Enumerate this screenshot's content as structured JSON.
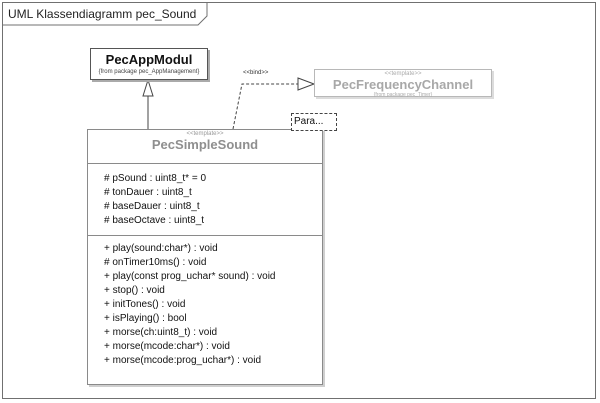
{
  "frame": {
    "title": "UML Klassendiagramm pec_Sound"
  },
  "classes": {
    "app_modul": {
      "name": "PecAppModul",
      "package": "{from package pec_AppManagement}"
    },
    "frequency_channel": {
      "stereotype": "<<template>>",
      "name": "PecFrequencyChannel",
      "package": "{from package pec_Timer}"
    },
    "simple_sound": {
      "stereotype": "<<template>>",
      "name": "PecSimpleSound",
      "attributes": [
        "# pSound : uint8_t* = 0",
        "# tonDauer : uint8_t",
        "# baseDauer : uint8_t",
        "# baseOctave : uint8_t"
      ],
      "operations": [
        "+ play(sound:char*) : void",
        "# onTimer10ms() : void",
        "+ play(const prog_uchar* sound) : void",
        "+ stop() : void",
        "+ initTones() : void",
        "+ isPlaying() : bool",
        "+ morse(ch:uint8_t) : void",
        "+ morse(mcode:char*) : void",
        "+ morse(mcode:prog_uchar*) : void"
      ],
      "template_parameter": "Para..."
    }
  },
  "relations": {
    "bind": {
      "label": "<<bind>>"
    }
  }
}
